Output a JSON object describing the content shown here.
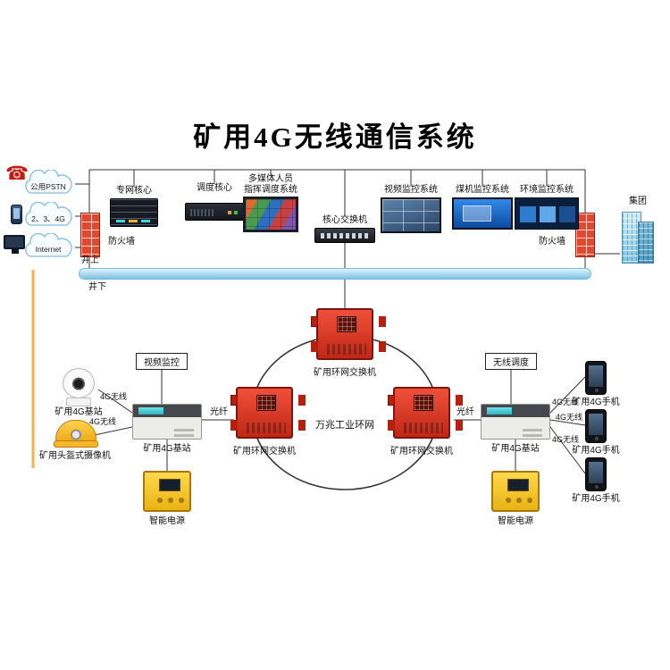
{
  "title": "矿用4G无线通信系统",
  "colors": {
    "ring_switch_red": "#dd3a26",
    "power_yellow": "#f2c21a",
    "surface_bar_blue": "#a8d8f0",
    "firewall_red": "#e2482f",
    "feeder_cable_orange": "#f2b14d"
  },
  "surface": {
    "clouds": [
      {
        "label": "公用PSTN"
      },
      {
        "label": "2、3、4G"
      },
      {
        "label": "Internet"
      }
    ],
    "firewall": "防火墙",
    "devices": [
      {
        "label": "专网核心"
      },
      {
        "label": "调度核心"
      },
      {
        "label": "多媒体人员",
        "label2": "指挥调度系统"
      },
      {
        "label": "核心交换机"
      },
      {
        "label": "视频监控系统"
      },
      {
        "label": "煤机监控系统"
      },
      {
        "label": "环境监控系统"
      }
    ],
    "group_label": "集团"
  },
  "divider": {
    "above": "井上",
    "below": "井下"
  },
  "underground": {
    "ring_label": "万兆工业环网",
    "ring_switch_label": "矿用环网交换机",
    "section_video": "视频监控",
    "section_dispatch": "无线调度",
    "base_station_label": "矿用4G基站",
    "power_label": "智能电源",
    "camera_label": "矿用4G基站",
    "helmet_label": "矿用头盔式摄像机",
    "fiber": "光纤",
    "wireless": "4G无线",
    "phones": [
      {
        "label": "矿用4G手机"
      },
      {
        "label": "矿用4G手机"
      },
      {
        "label": "矿用4G手机"
      }
    ]
  }
}
